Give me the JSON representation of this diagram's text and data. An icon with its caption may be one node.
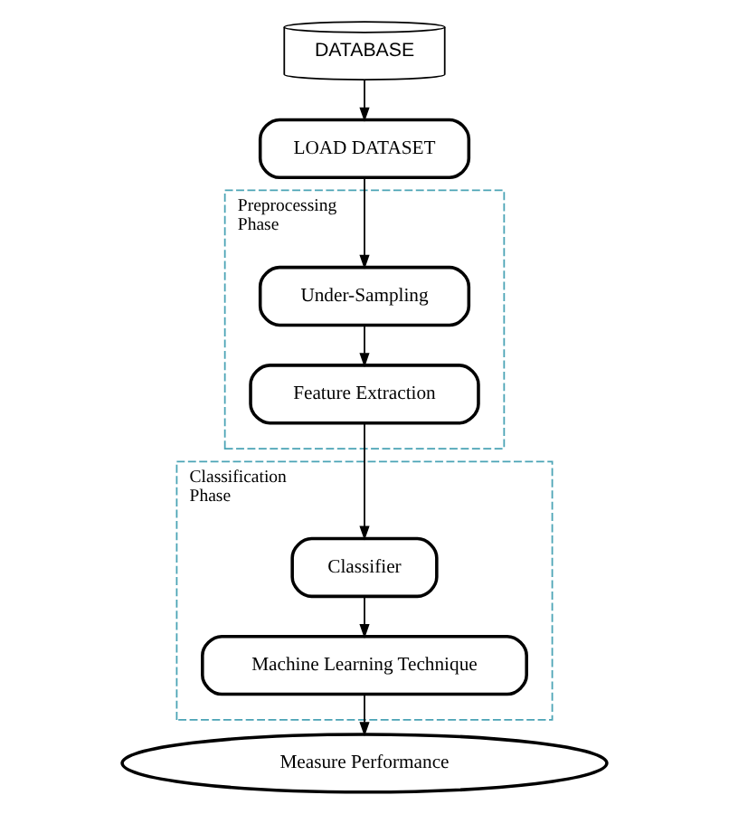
{
  "diagram": {
    "nodes": [
      {
        "text": [
          "DATABASE"
        ]
      },
      {
        "text": [
          "LOAD DATASET"
        ]
      },
      {
        "text": [
          "Preprocessing Phase"
        ]
      },
      {
        "text": [
          "Under-Sampling"
        ],
        "in": 2
      },
      {
        "text": [
          "Feature Extraction"
        ],
        "in": 2
      },
      {
        "text": [
          "Classification Phase"
        ]
      },
      {
        "text": [
          "Classifier"
        ],
        "in": 5
      },
      {
        "text": [
          "Machine Learning Technique"
        ],
        "in": 5
      },
      {
        "text": [
          "Measure Performance"
        ]
      }
    ],
    "edges": [
      {
        "from": 0,
        "to": 1,
        "arrow": "to"
      },
      {
        "from": 1,
        "to": 3,
        "arrow": "to"
      },
      {
        "from": 3,
        "to": 4,
        "arrow": "to"
      },
      {
        "from": 4,
        "to": 6,
        "arrow": "to"
      },
      {
        "from": 6,
        "to": 7,
        "arrow": "to"
      },
      {
        "from": 7,
        "to": 8,
        "arrow": "to"
      }
    ]
  }
}
